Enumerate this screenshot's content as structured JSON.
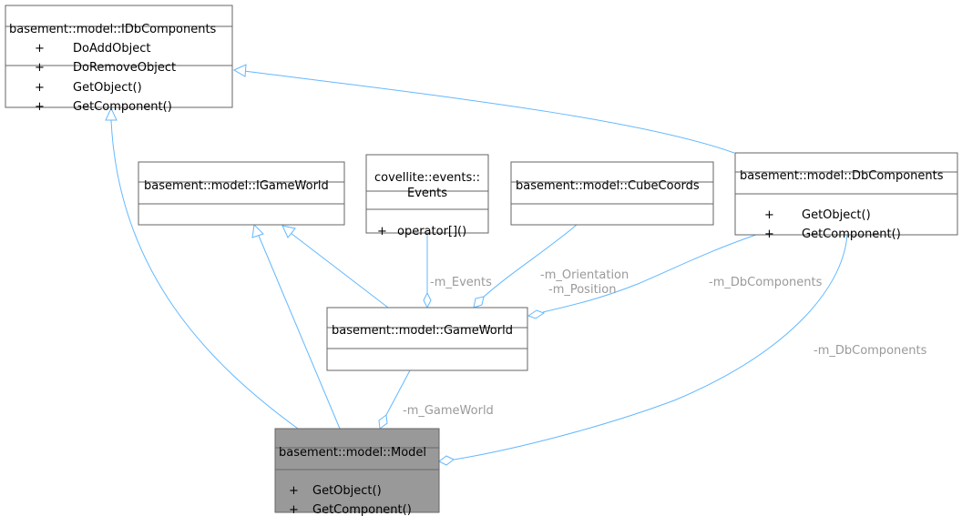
{
  "classes": {
    "idb": {
      "name": "basement::model::IDbComponents",
      "attributes": [
        {
          "vis": "+",
          "name": "DoAddObject"
        },
        {
          "vis": "+",
          "name": "DoRemoveObject"
        }
      ],
      "methods": [
        {
          "vis": "+",
          "name": "GetObject()"
        },
        {
          "vis": "+",
          "name": "GetComponent()"
        }
      ]
    },
    "igw": {
      "name": "basement::model::IGameWorld"
    },
    "events": {
      "name_line1": "covellite::events::",
      "name_line2": "Events",
      "methods": [
        {
          "vis": "+",
          "name": "operator[]()"
        }
      ]
    },
    "cube": {
      "name": "basement::model::CubeCoords"
    },
    "dbc": {
      "name": "basement::model::DbComponents",
      "methods": [
        {
          "vis": "+",
          "name": "GetObject()"
        },
        {
          "vis": "+",
          "name": "GetComponent()"
        }
      ]
    },
    "gw": {
      "name": "basement::model::GameWorld"
    },
    "model": {
      "name": "basement::model::Model",
      "methods": [
        {
          "vis": "+",
          "name": "GetObject()"
        },
        {
          "vis": "+",
          "name": "GetComponent()"
        }
      ]
    }
  },
  "edge_labels": {
    "events": "-m_Events",
    "orientation": "-m_Orientation",
    "position": "-m_Position",
    "dbc_gw": "-m_DbComponents",
    "dbc_model": "-m_DbComponents",
    "gameworld": "-m_GameWorld"
  },
  "colors": {
    "edge": "#63b8ff",
    "box_border": "#666666",
    "highlight_fill": "#999999",
    "label_text": "#9a9a9a"
  }
}
